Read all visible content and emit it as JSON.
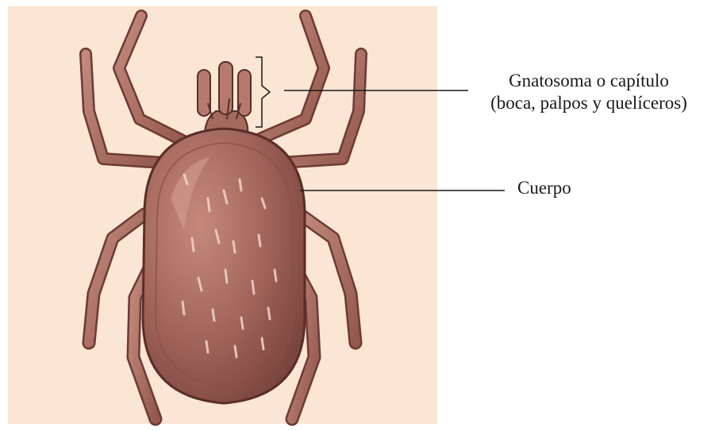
{
  "diagram": {
    "labels": {
      "gnatosoma_line1": "Gnatosoma o capítulo",
      "gnatosoma_line2": "(boca, palpos y quelíceros)",
      "cuerpo": "Cuerpo"
    },
    "colors": {
      "panel_background": "#fbe5d3",
      "body_fill": "#a2655b",
      "body_dark": "#7a453d",
      "outline": "#5a2e28",
      "leg_fill": "#b0766a",
      "leader_line": "#1a1a1a"
    },
    "subject": "tick-illustration"
  }
}
